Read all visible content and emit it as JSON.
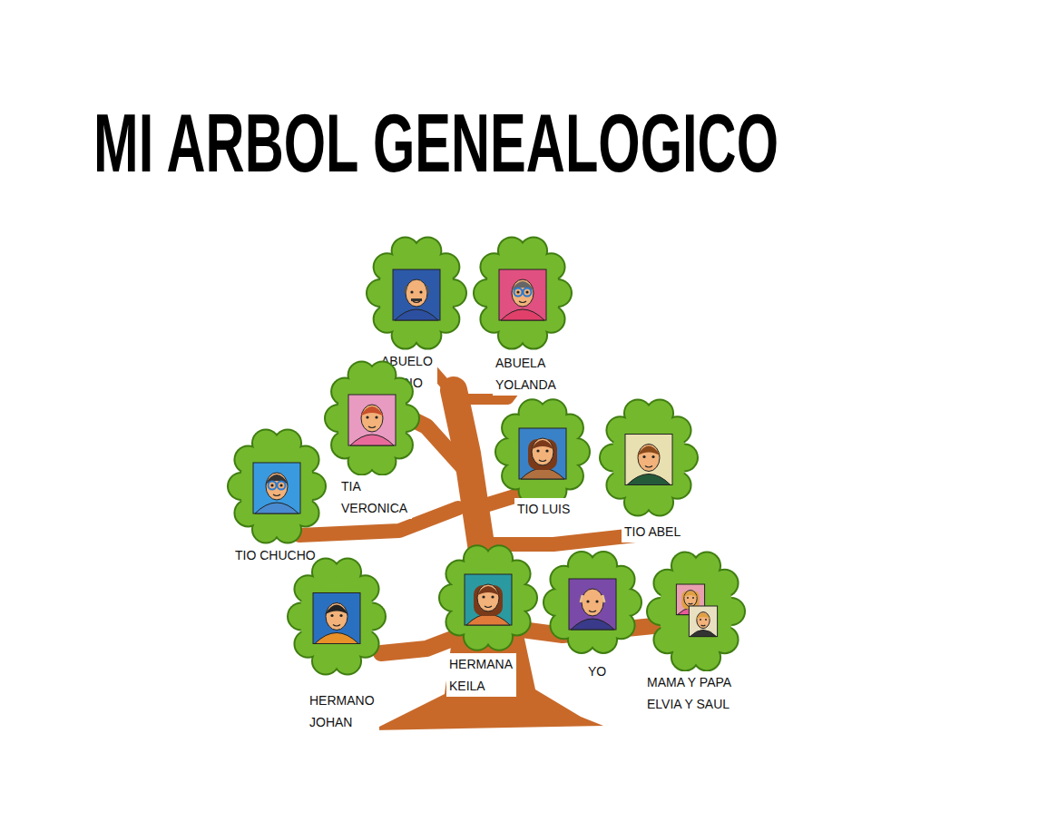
{
  "diagram": {
    "title": "MI ARBOL GENEALOGICO",
    "nodes": [
      {
        "text": [
          "ABUELO MARIO"
        ]
      },
      {
        "text": [
          "ABUELA YOLANDA"
        ]
      },
      {
        "text": [
          "TIA VERONICA"
        ]
      },
      {
        "text": [
          "TIO LUIS"
        ]
      },
      {
        "text": [
          "TIO ABEL"
        ]
      },
      {
        "text": [
          "TIO CHUCHO"
        ]
      },
      {
        "text": [
          "HERMANO JOHAN"
        ]
      },
      {
        "text": [
          "HERMANA KEILA"
        ]
      },
      {
        "text": [
          "YO"
        ]
      },
      {
        "text": [
          "MAMA Y PAPA ELVIA Y SAUL"
        ]
      }
    ]
  }
}
